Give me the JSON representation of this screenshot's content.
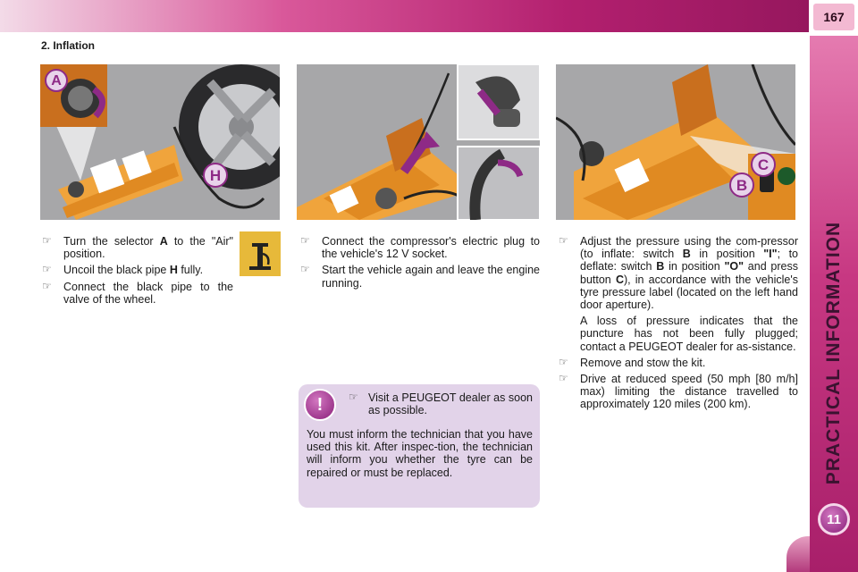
{
  "page": {
    "number": "167",
    "side_title": "PRACTICAL INFORMATION",
    "chapter": "11"
  },
  "section": {
    "title": "2. Inflation"
  },
  "illustrations": {
    "one": {
      "labels": [
        "A",
        "H"
      ]
    },
    "three": {
      "labels": [
        "B",
        "C"
      ]
    }
  },
  "col1": {
    "b1": {
      "a": "Turn the selector ",
      "b": "A",
      "c": " to the \"Air\" position."
    },
    "b2": {
      "a": "Uncoil the black pipe ",
      "b": "H",
      "c": " fully."
    },
    "b3": "Connect the black pipe to the valve of the wheel."
  },
  "col2": {
    "b1": "Connect the compressor's electric plug to the vehicle's 12 V socket.",
    "b2": "Start the vehicle again and leave the engine running."
  },
  "col3": {
    "b1": {
      "a": "Adjust the pressure using the com-pressor (to inflate: switch ",
      "b": "B",
      "c": " in position ",
      "d": "\"I\"",
      "e": "; to deflate: switch ",
      "f": "B",
      "g": " in position ",
      "h": "\"O\"",
      "i": " and press button ",
      "j": "C",
      "k": "), in accordance with the vehicle's tyre pressure label (located on the left hand door aperture)."
    },
    "p1": "A loss of pressure indicates that the puncture has not been fully plugged; contact a PEUGEOT dealer for as-sistance.",
    "b2": "Remove and stow the kit.",
    "b3": "Drive at reduced speed (50 mph [80 m/h] max) limiting the distance travelled to approximately 120 miles (200 km)."
  },
  "warning": {
    "icon": "!",
    "bullet": "Visit a PEUGEOT dealer as soon as possible.",
    "text": "You must inform the technician that you have used this kit. After inspec-tion, the technician will inform you whether the tyre can be repaired or must be replaced."
  },
  "colors": {
    "accent": "#b3206f",
    "kit_orange": "#f0a43c",
    "warning_bg": "#e2d3e9",
    "callout": "#8e2a86"
  }
}
